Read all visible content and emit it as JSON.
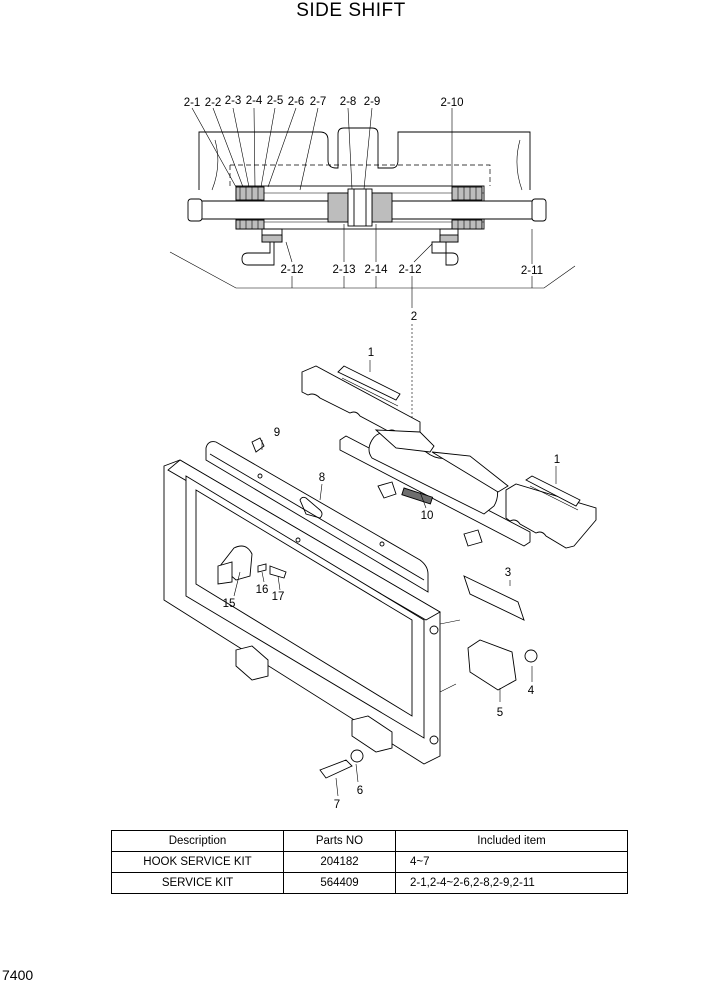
{
  "title": "SIDE SHIFT",
  "page_number": "7400",
  "callouts": {
    "c2_1": "2-1",
    "c2_2": "2-2",
    "c2_3": "2-3",
    "c2_4": "2-4",
    "c2_5": "2-5",
    "c2_6": "2-6",
    "c2_7": "2-7",
    "c2_8": "2-8",
    "c2_9": "2-9",
    "c2_10": "2-10",
    "c2_11": "2-11",
    "c2_12a": "2-12",
    "c2_12b": "2-12",
    "c2_13": "2-13",
    "c2_14": "2-14",
    "c2": "2",
    "c1a": "1",
    "c1b": "1",
    "c3": "3",
    "c4": "4",
    "c5": "5",
    "c6": "6",
    "c7": "7",
    "c8": "8",
    "c9": "9",
    "c10": "10",
    "c15": "15",
    "c16": "16",
    "c17": "17"
  },
  "table": {
    "headers": [
      "Description",
      "Parts NO",
      "Included item"
    ],
    "rows": [
      {
        "description": "HOOK SERVICE KIT",
        "parts_no": "204182",
        "included": "4~7"
      },
      {
        "description": "SERVICE KIT",
        "parts_no": "564409",
        "included": "2-1,2-4~2-6,2-8,2-9,2-11"
      }
    ]
  }
}
